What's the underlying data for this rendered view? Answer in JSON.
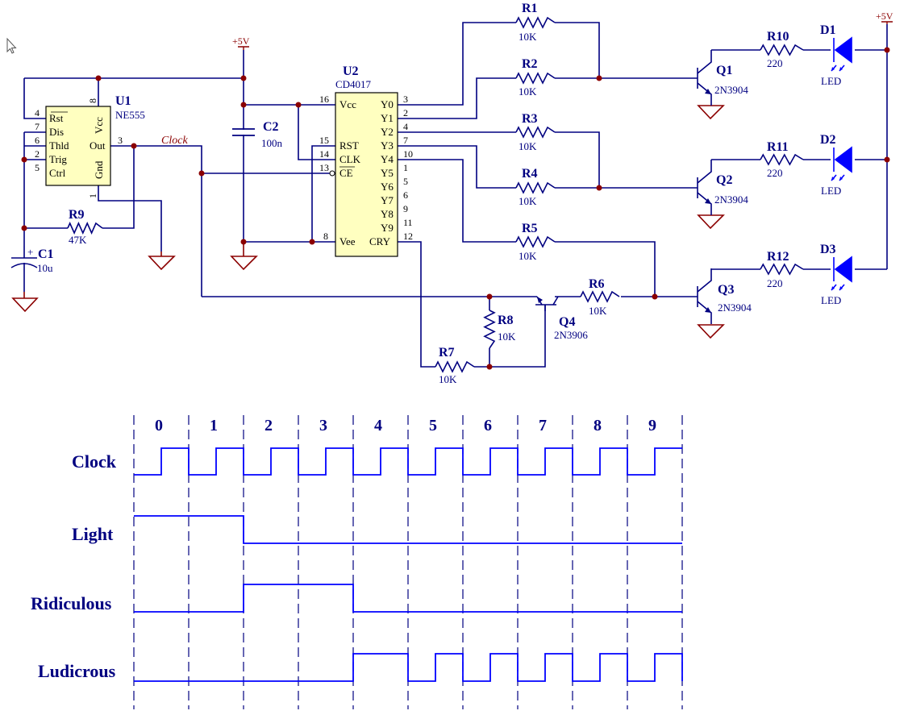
{
  "schematic": {
    "power_label": "+5V",
    "net_clock": "Clock",
    "u1": {
      "ref": "U1",
      "value": "NE555",
      "pins": [
        "Rst",
        "Dis",
        "Thld",
        "Trig",
        "Ctrl",
        "Out",
        "Vcc",
        "Gnd"
      ],
      "pin_numbers": [
        "4",
        "7",
        "6",
        "2",
        "5",
        "3",
        "8",
        "1"
      ]
    },
    "u2": {
      "ref": "U2",
      "value": "CD4017",
      "left_pins": [
        "Vcc",
        "RST",
        "CLK",
        "CE",
        "Vee"
      ],
      "left_nums": [
        "16",
        "15",
        "14",
        "13",
        "8"
      ],
      "right_pins": [
        "Y0",
        "Y1",
        "Y2",
        "Y3",
        "Y4",
        "Y5",
        "Y6",
        "Y7",
        "Y8",
        "Y9",
        "CRY"
      ],
      "right_nums": [
        "3",
        "2",
        "4",
        "7",
        "10",
        "1",
        "5",
        "6",
        "9",
        "11",
        "12"
      ]
    },
    "c1": {
      "ref": "C1",
      "value": "10u",
      "polarity": "+"
    },
    "c2": {
      "ref": "C2",
      "value": "100n"
    },
    "resistors": [
      {
        "ref": "R1",
        "value": "10K"
      },
      {
        "ref": "R2",
        "value": "10K"
      },
      {
        "ref": "R3",
        "value": "10K"
      },
      {
        "ref": "R4",
        "value": "10K"
      },
      {
        "ref": "R5",
        "value": "10K"
      },
      {
        "ref": "R6",
        "value": "10K"
      },
      {
        "ref": "R7",
        "value": "10K"
      },
      {
        "ref": "R8",
        "value": "10K"
      },
      {
        "ref": "R9",
        "value": "47K"
      },
      {
        "ref": "R10",
        "value": "220"
      },
      {
        "ref": "R11",
        "value": "220"
      },
      {
        "ref": "R12",
        "value": "220"
      }
    ],
    "transistors": [
      {
        "ref": "Q1",
        "value": "2N3904"
      },
      {
        "ref": "Q2",
        "value": "2N3904"
      },
      {
        "ref": "Q3",
        "value": "2N3904"
      },
      {
        "ref": "Q4",
        "value": "2N3906"
      }
    ],
    "leds": [
      {
        "ref": "D1",
        "value": "LED"
      },
      {
        "ref": "D2",
        "value": "LED"
      },
      {
        "ref": "D3",
        "value": "LED"
      }
    ]
  },
  "timing": {
    "columns": [
      "0",
      "1",
      "2",
      "3",
      "4",
      "5",
      "6",
      "7",
      "8",
      "9"
    ],
    "signals": [
      {
        "name": "Clock",
        "levels": [
          0,
          1,
          0,
          1,
          0,
          1,
          0,
          1,
          0,
          1,
          0,
          1,
          0,
          1,
          0,
          1,
          0,
          1,
          0,
          1,
          1
        ]
      },
      {
        "name": "Light",
        "levels": [
          1,
          1,
          1,
          1,
          0,
          0,
          0,
          0,
          0,
          0,
          0,
          0,
          0,
          0,
          0,
          0,
          0,
          0,
          0,
          0,
          0
        ]
      },
      {
        "name": "Ridiculous",
        "levels": [
          0,
          0,
          0,
          0,
          1,
          1,
          1,
          1,
          0,
          0,
          0,
          0,
          0,
          0,
          0,
          0,
          0,
          0,
          0,
          0,
          0
        ]
      },
      {
        "name": "Ludicrous",
        "levels": [
          0,
          0,
          0,
          0,
          0,
          0,
          0,
          0,
          1,
          1,
          0,
          1,
          0,
          1,
          0,
          1,
          0,
          1,
          0,
          1,
          1
        ]
      }
    ]
  }
}
